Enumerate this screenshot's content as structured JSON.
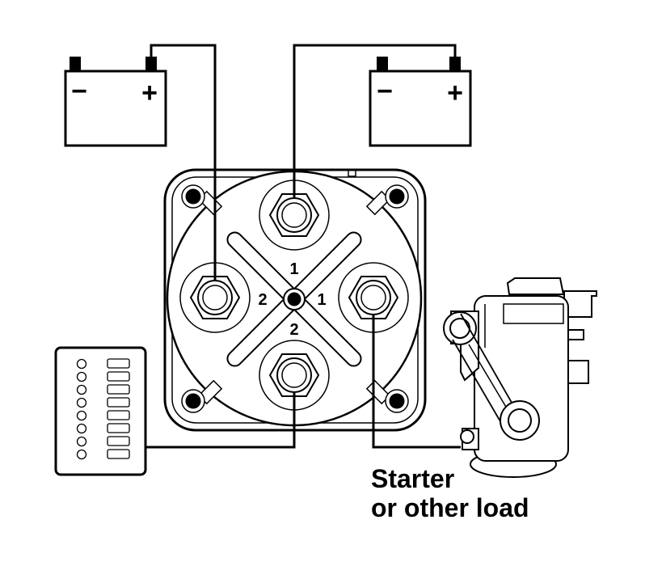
{
  "battery_1": {
    "negative_label": "−",
    "positive_label": "+"
  },
  "battery_2": {
    "negative_label": "−",
    "positive_label": "+"
  },
  "switch": {
    "terminal_labels": {
      "top": "1",
      "left": "2",
      "right": "1",
      "bottom": "2"
    }
  },
  "load_label": {
    "line1": "Starter",
    "line2": "or other load"
  }
}
